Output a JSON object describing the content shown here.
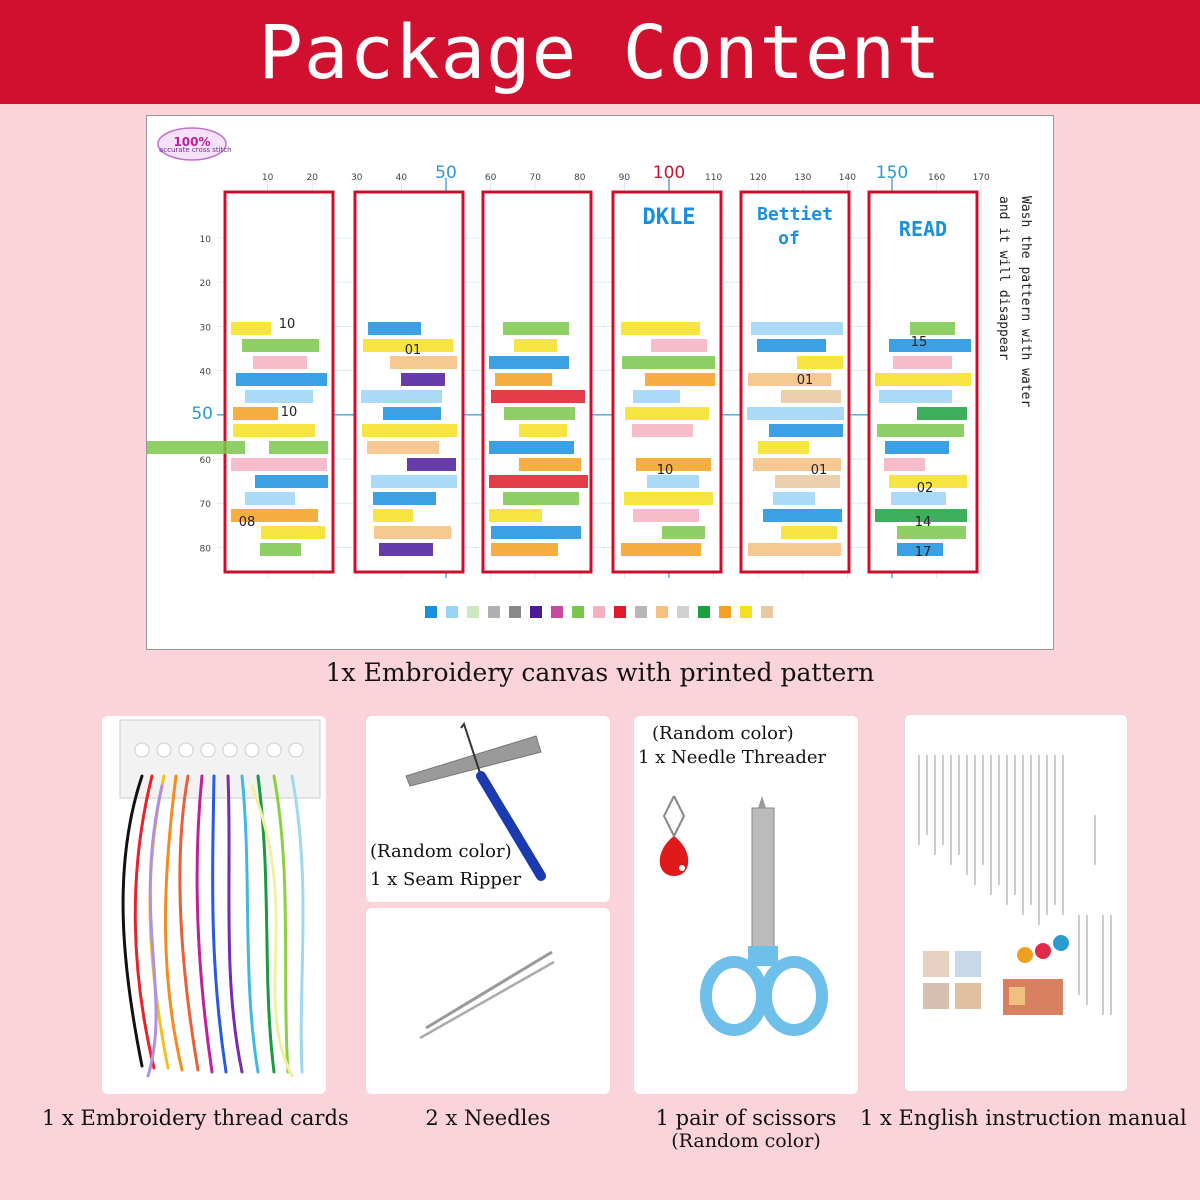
{
  "header": {
    "title": "Package Content"
  },
  "canvas": {
    "badge": "accurate cross stitch",
    "note_line1": "Wash the pattern with water",
    "note_line2": "and it will disappear",
    "top_ticks": [
      "10",
      "20",
      "30",
      "40",
      "50",
      "60",
      "70",
      "80",
      "90",
      "100",
      "110",
      "120",
      "130",
      "140",
      "150",
      "160",
      "170"
    ],
    "left_ticks": [
      "10",
      "20",
      "30",
      "40",
      "50",
      "60",
      "70",
      "80"
    ],
    "bookmark_texts": [
      "DKLE",
      "Bettiet",
      "of",
      "READ"
    ],
    "symbol_labels": [
      "10",
      "10",
      "08",
      "01",
      "10",
      "01",
      "01",
      "15",
      "02",
      "14",
      "17"
    ],
    "palette": [
      "#1a8fe0",
      "#9bd3f5",
      "#cde8c0",
      "#b0b0b0",
      "#888888",
      "#4a1a9a",
      "#c84aa0",
      "#7ac84a",
      "#f5b0c0",
      "#e01a2a",
      "#b8b8b8",
      "#f5c080",
      "#d0d0d0",
      "#1aa040",
      "#f5a020",
      "#f5e020",
      "#e8c8a0"
    ]
  },
  "captions": {
    "main": "1x Embroidery canvas with printed pattern",
    "threads": "1 x Embroidery thread cards",
    "needles": "2 x Needles",
    "scissors_line1": "1 pair of scissors",
    "scissors_line2": "(Random color)",
    "manual": "1 x English instruction manual",
    "ripper_line1": "(Random color)",
    "ripper_line2": "1 x Seam Ripper",
    "threader_line1": "(Random color)",
    "threader_line2": "1 x Needle Threader"
  },
  "colors": {
    "header": "#d0102e",
    "background": "#fbd3da",
    "frame": "#c8102e",
    "grid": "#4fb0e0"
  }
}
